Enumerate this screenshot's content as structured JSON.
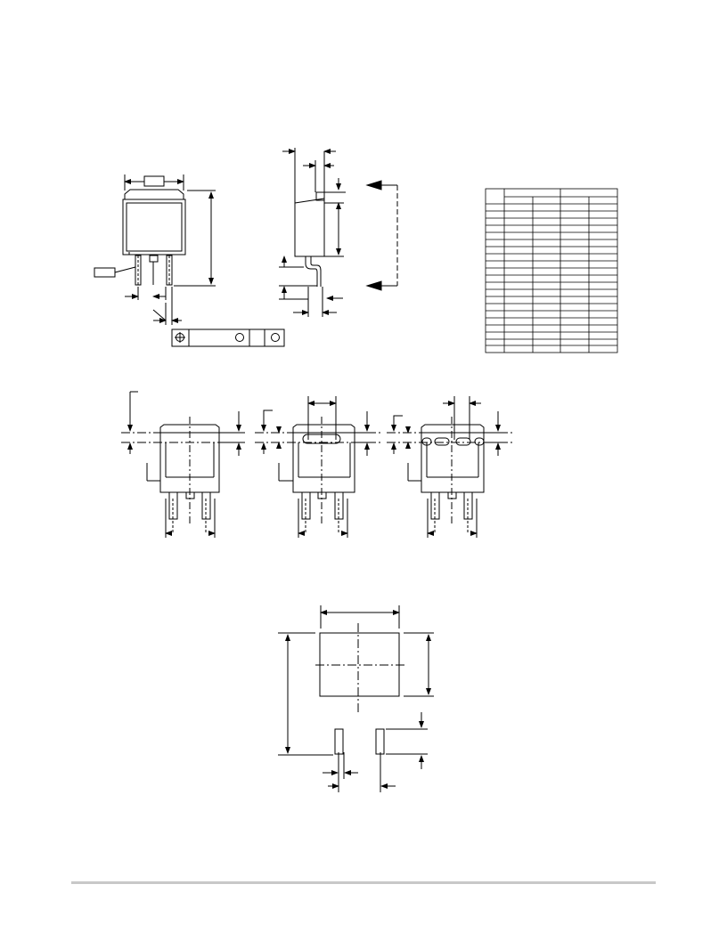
{
  "drawing": {
    "views": [
      {
        "id": "top-view",
        "kind": "package outline"
      },
      {
        "id": "side-view",
        "kind": "package profile"
      },
      {
        "id": "dimension-table",
        "rows": 22,
        "column_groups": 2,
        "sub_columns": 4
      },
      {
        "id": "heatsink-variant-a",
        "kind": "variant outline"
      },
      {
        "id": "heatsink-variant-b",
        "kind": "variant outline"
      },
      {
        "id": "heatsink-variant-c",
        "kind": "variant outline"
      },
      {
        "id": "solder-footprint",
        "kind": "recommended footprint"
      }
    ],
    "line_color": "#000000",
    "footer_rule_color": "#c8c8c8"
  }
}
